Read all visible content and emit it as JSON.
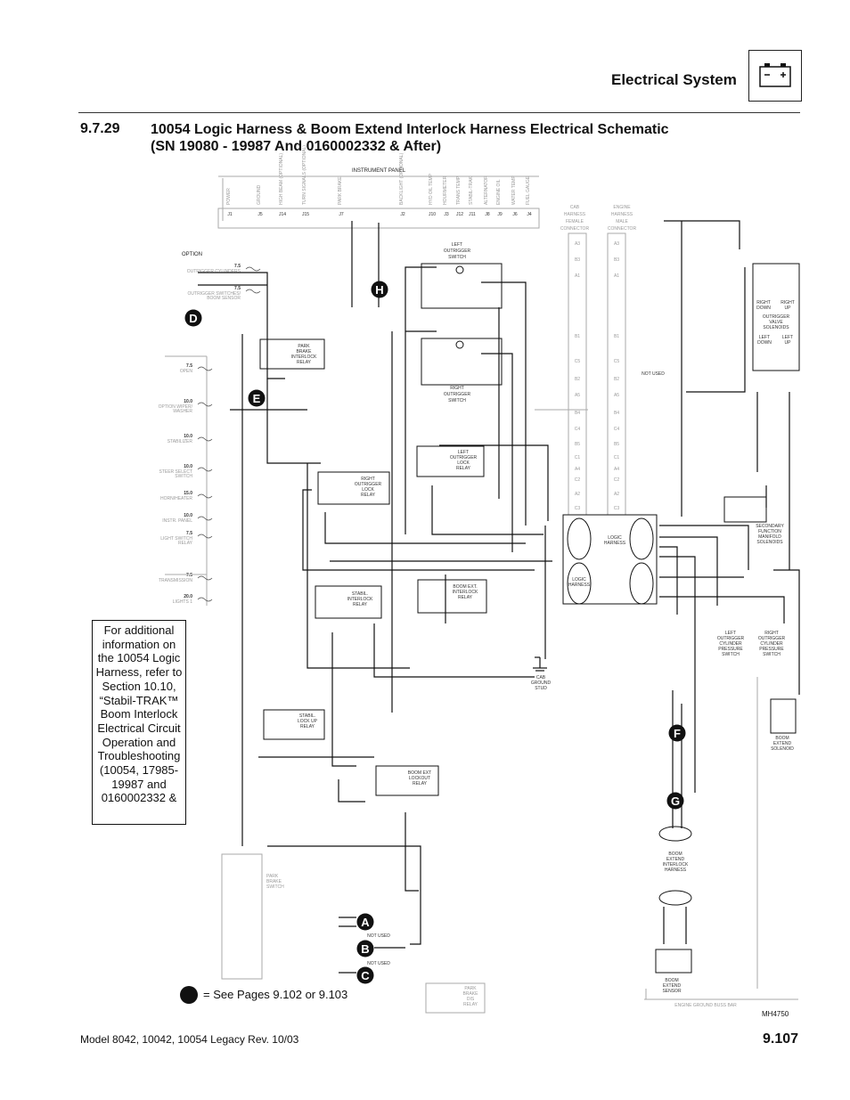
{
  "header": {
    "title": "Electrical System",
    "battery_icon": "battery-icon"
  },
  "section": {
    "number": "9.7.29",
    "title_line1": "10054 Logic Harness & Boom Extend Interlock Harness Electrical Schematic",
    "title_line2": "(SN 19080 - 19987 And 0160002332 & After)"
  },
  "schematic": {
    "instrument_panel": "INSTRUMENT PANEL",
    "ip_labels": [
      "POWER",
      "GROUND",
      "HIGH BEAM (OPTIONAL)",
      "TURN SIGNALS (OPTIONAL)",
      "PARK BRAKE",
      "BACKLIGHT (OPTIONAL)",
      "HYD OIL TEMP",
      "HOURMETER",
      "TRANS TEMP",
      "STABIL-TRAK",
      "ALTERNATOR",
      "ENGINE OIL",
      "WATER TEMP",
      "FUEL GAUGE"
    ],
    "ip_pins": [
      "J1",
      "J5",
      "J14",
      "J15",
      "J7",
      "J2",
      "J10",
      "J3",
      "J12",
      "J11",
      "J8",
      "J9",
      "J6",
      "J4"
    ],
    "option": "OPTION",
    "cab_connector": "CAB HARNESS FEMALE CONNECTOR",
    "engine_connector": "ENGINE HARNESS MALE CONNECTOR",
    "cab_pins": [
      "A3",
      "B3",
      "A1",
      "B1",
      "C5",
      "B2",
      "A5",
      "B4",
      "C4",
      "B5",
      "C1",
      "A4",
      "C2",
      "A2",
      "C3"
    ],
    "left_outrigger_switch": "LEFT OUTRIGGER SWITCH",
    "right_outrigger_switch": "RIGHT OUTRIGGER SWITCH",
    "park_brake_interlock_relay": "PARK BRAKE INTERLOCK RELAY",
    "right_outrigger_lock_relay": "RIGHT OUTRIGGER LOCK RELAY",
    "left_outrigger_lock_relay": "LEFT OUTRIGGER LOCK RELAY",
    "stabil_interlock_relay": "STABIL. INTERLOCK RELAY",
    "boom_ext_interlock_relay": "BOOM EXT. INTERLOCK RELAY",
    "stabil_lockup_relay": "STABIL. LOCK UP RELAY",
    "boom_ext_lockout_relay": "BOOM EXT LOCKOUT RELAY",
    "park_brake_dis_relay": "PARK BRAKE DIS RELAY",
    "park_brake_switch": "PARK BRAKE SWITCH",
    "logic_harness": "LOGIC HARNESS",
    "cab_ground_stud": "CAB GROUND STUD",
    "outrigger_valve": "OUTRIGGER VALVE SOLENOIDS",
    "right_down": "RIGHT DOWN",
    "right_up": "RIGHT UP",
    "left_down": "LEFT DOWN",
    "left_up": "LEFT UP",
    "secondary_function": "SECONDARY FUNCTION MANIFOLD SOLENOIDS",
    "left_pressure_switch": "LEFT OUTRIGGER CYLINDER PRESSURE SWITCH",
    "right_pressure_switch": "RIGHT OUTRIGGER CYLINDER PRESSURE SWITCH",
    "boom_extend_solenoid": "BOOM EXTEND SOLENOID",
    "boom_extend_interlock_harness": "BOOM EXTEND INTERLOCK HARNESS",
    "boom_extend_sensor": "BOOM EXTEND SENSOR",
    "engine_ground_buss_bar": "ENGINE GROUND BUSS BAR",
    "not_used": "NOT USED",
    "fuses": [
      {
        "amps": "7.5",
        "label": "OUTRIGGER CYLINDERS"
      },
      {
        "amps": "7.5",
        "label": "OUTRIGGER SWITCHES/ BOOM SENSOR"
      },
      {
        "amps": "7.5",
        "label": "OPEN"
      },
      {
        "amps": "10.0",
        "label": "OPTION WIPER/ WASHER"
      },
      {
        "amps": "10.0",
        "label": "STABILIZER"
      },
      {
        "amps": "10.0",
        "label": "STEER SELECT SWITCH"
      },
      {
        "amps": "15.0",
        "label": "HORN/HEATER"
      },
      {
        "amps": "10.0",
        "label": "INSTR. PANEL"
      },
      {
        "amps": "7.5",
        "label": "LIGHT SWITCH RELAY"
      },
      {
        "amps": "7.5",
        "label": "TRANSMISSION"
      },
      {
        "amps": "20.0",
        "label": "LIGHTS 1"
      }
    ],
    "callouts": [
      "A",
      "B",
      "C",
      "D",
      "E",
      "F",
      "G",
      "H"
    ]
  },
  "info_box": "For additional information on the 10054 Logic Harness, refer to Section 10.10, “Stabil-TRAK™ Boom Interlock Electrical Circuit Operation and Troubleshooting (10054, 17985-19987 and 0160002332 &",
  "legend": {
    "text": "= See Pages 9.102 or 9.103"
  },
  "figure_id": "MH4750",
  "footer": {
    "model": "Model  8042, 10042, 10054 Legacy    Rev.  10/03",
    "page": "9.107"
  }
}
